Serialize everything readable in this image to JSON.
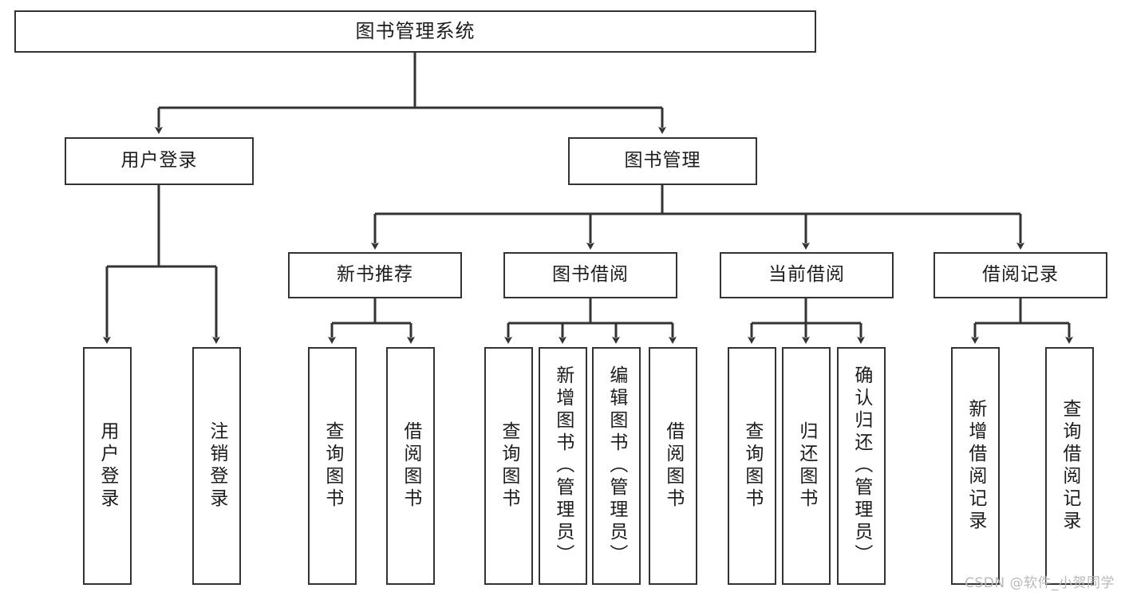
{
  "diagram": {
    "title": "图书管理系统",
    "type": "tree-hierarchy",
    "watermark": "CSDN @软件_小贺同学",
    "colors": {
      "box_border": "#333333",
      "box_fill": "#ffffff",
      "edge": "#333333",
      "text": "#1c1c1c",
      "watermark": "#b9b9b9",
      "background": "#ffffff"
    },
    "nodes": {
      "root": {
        "label": "图书管理系统"
      },
      "level2": [
        {
          "id": "user-login",
          "label": "用户登录"
        },
        {
          "id": "book-management",
          "label": "图书管理"
        }
      ],
      "level3": [
        {
          "id": "new-book-recommend",
          "label": "新书推荐"
        },
        {
          "id": "book-borrow",
          "label": "图书借阅"
        },
        {
          "id": "current-borrow",
          "label": "当前借阅"
        },
        {
          "id": "borrow-record",
          "label": "借阅记录"
        }
      ],
      "leaves": {
        "user-login": [
          {
            "id": "leaf-user-login",
            "label": "用户登录"
          },
          {
            "id": "leaf-logout",
            "label": "注销登录"
          }
        ],
        "new-book-recommend": [
          {
            "id": "leaf-query-book-1",
            "label": "查询图书"
          },
          {
            "id": "leaf-borrow-book-1",
            "label": "借阅图书"
          }
        ],
        "book-borrow": [
          {
            "id": "leaf-query-book-2",
            "label": "查询图书"
          },
          {
            "id": "leaf-add-book",
            "label": "新增图书（管理员）"
          },
          {
            "id": "leaf-edit-book",
            "label": "编辑图书（管理员）"
          },
          {
            "id": "leaf-borrow-book-2",
            "label": "借阅图书"
          }
        ],
        "current-borrow": [
          {
            "id": "leaf-query-book-3",
            "label": "查询图书"
          },
          {
            "id": "leaf-return-book",
            "label": "归还图书"
          },
          {
            "id": "leaf-confirm-return",
            "label": "确认归还（管理员）"
          }
        ],
        "borrow-record": [
          {
            "id": "leaf-add-record",
            "label": "新增借阅记录"
          },
          {
            "id": "leaf-query-record",
            "label": "查询借阅记录"
          }
        ]
      }
    }
  }
}
